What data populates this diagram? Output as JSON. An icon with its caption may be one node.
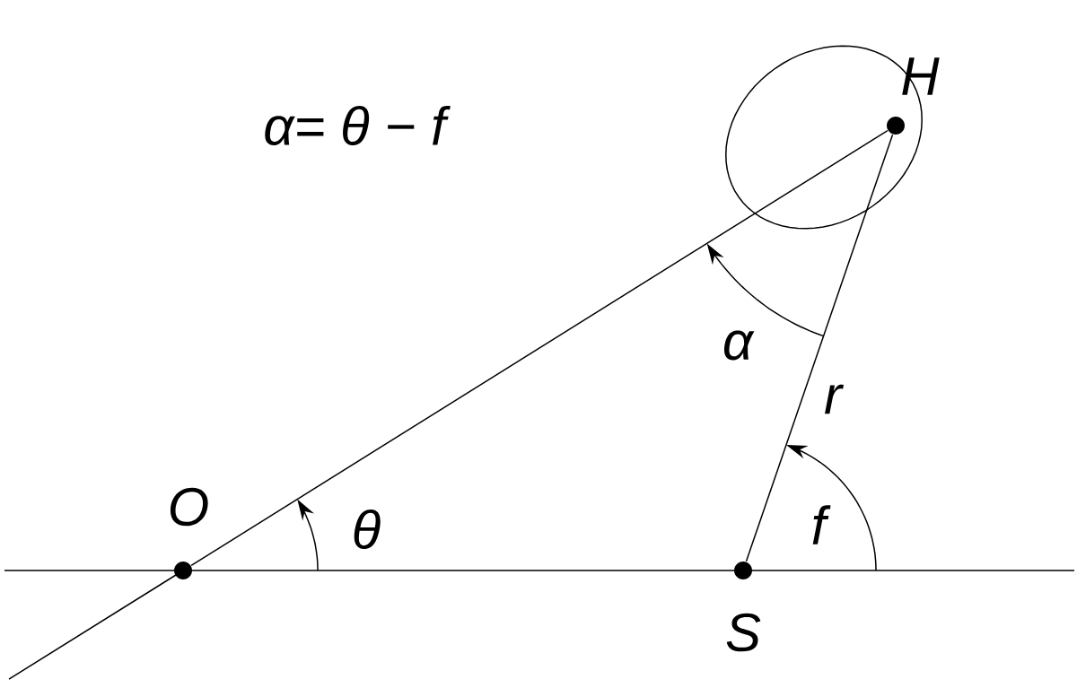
{
  "diagram": {
    "nodes": [
      {
        "text": [],
        "shape": "circle",
        "beside": [
          "O"
        ]
      },
      {
        "text": [],
        "shape": "circle",
        "beside": [
          "S"
        ]
      },
      {
        "text": [],
        "shape": "circle",
        "beside": [
          "H"
        ]
      }
    ],
    "edges": [
      {
        "from": 0,
        "to": 2,
        "arrow": "none"
      },
      {
        "from": 1,
        "to": 2,
        "arrow": "none",
        "label": "r"
      }
    ],
    "labels": [
      "α= θ − f",
      "α",
      "θ",
      "f"
    ]
  }
}
